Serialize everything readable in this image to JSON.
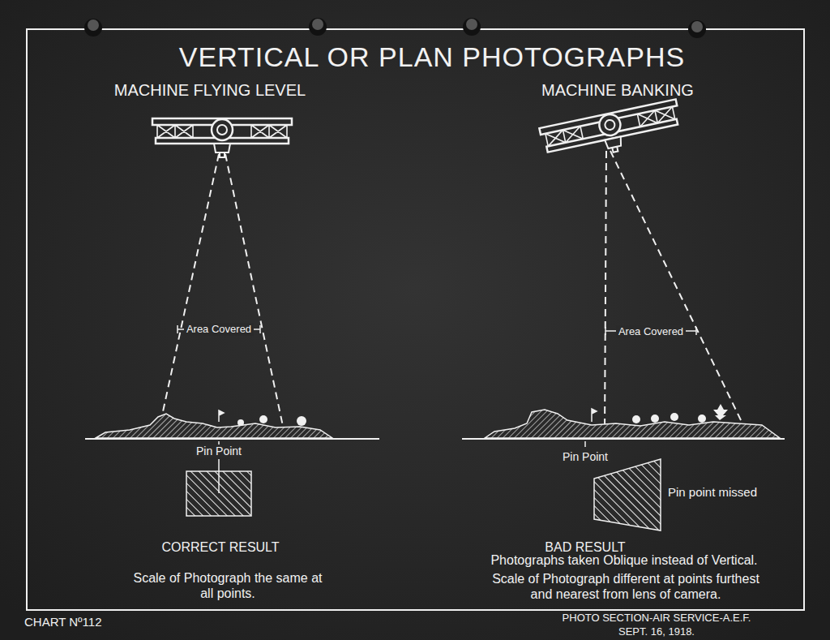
{
  "diagram": {
    "title": "VERTICAL OR PLAN PHOTOGRAPHS",
    "labels": [
      "MACHINE FLYING LEVEL",
      "MACHINE BANKING",
      "Area Covered",
      "Area Covered",
      "Pin Point",
      "Pin Point",
      "CORRECT RESULT",
      "Scale of Photograph the same at all points.",
      "Pin point missed",
      "BAD RESULT",
      "Photographs taken Oblique instead of Vertical.",
      "Scale of Photograph different at points furthest and nearest from lens of camera.",
      "CHART Nº112",
      "PHOTO SECTION-AIR SERVICE-A.E.F.",
      "SEPT. 16, 1918."
    ]
  }
}
